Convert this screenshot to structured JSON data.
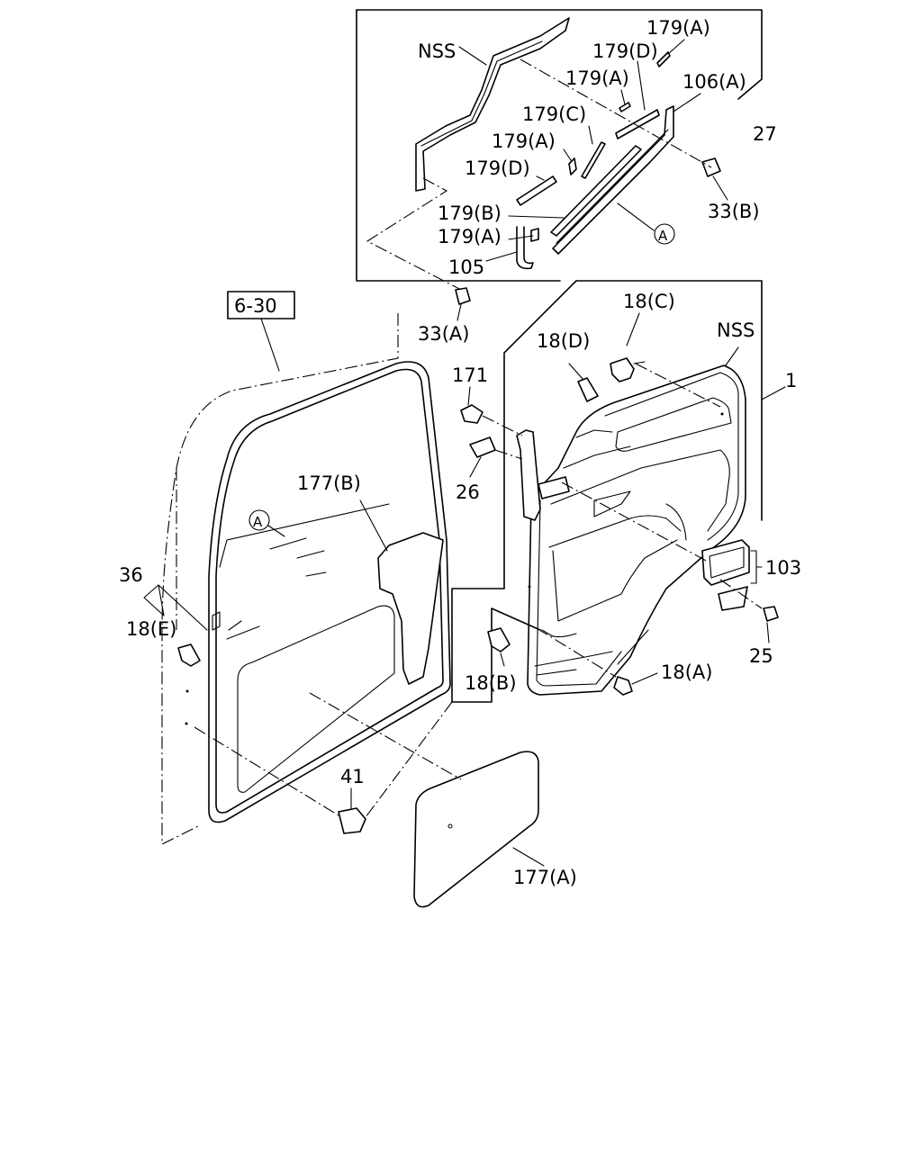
{
  "diagram": {
    "labels": {
      "l179a_top": "179(A)",
      "nss_top": "NSS",
      "l179d_top": "179(D)",
      "l179a_2": "179(A)",
      "l106a": "106(A)",
      "l27": "27",
      "l179c": "179(C)",
      "l179a_3": "179(A)",
      "l179d_2": "179(D)",
      "l33b": "33(B)",
      "l179b": "179(B)",
      "l179a_4": "179(A)",
      "circle_a_top": "A",
      "l105": "105",
      "ref_6_30": "6-30",
      "l33a": "33(A)",
      "l18c": "18(C)",
      "l18d": "18(D)",
      "nss_right": "NSS",
      "l1": "1",
      "l171": "171",
      "l26": "26",
      "l177b": "177(B)",
      "circle_a_door": "A",
      "l36": "36",
      "l18e": "18(E)",
      "l103": "103",
      "l25": "25",
      "l18a": "18(A)",
      "l18b": "18(B)",
      "l41": "41",
      "l177a": "177(A)"
    }
  }
}
